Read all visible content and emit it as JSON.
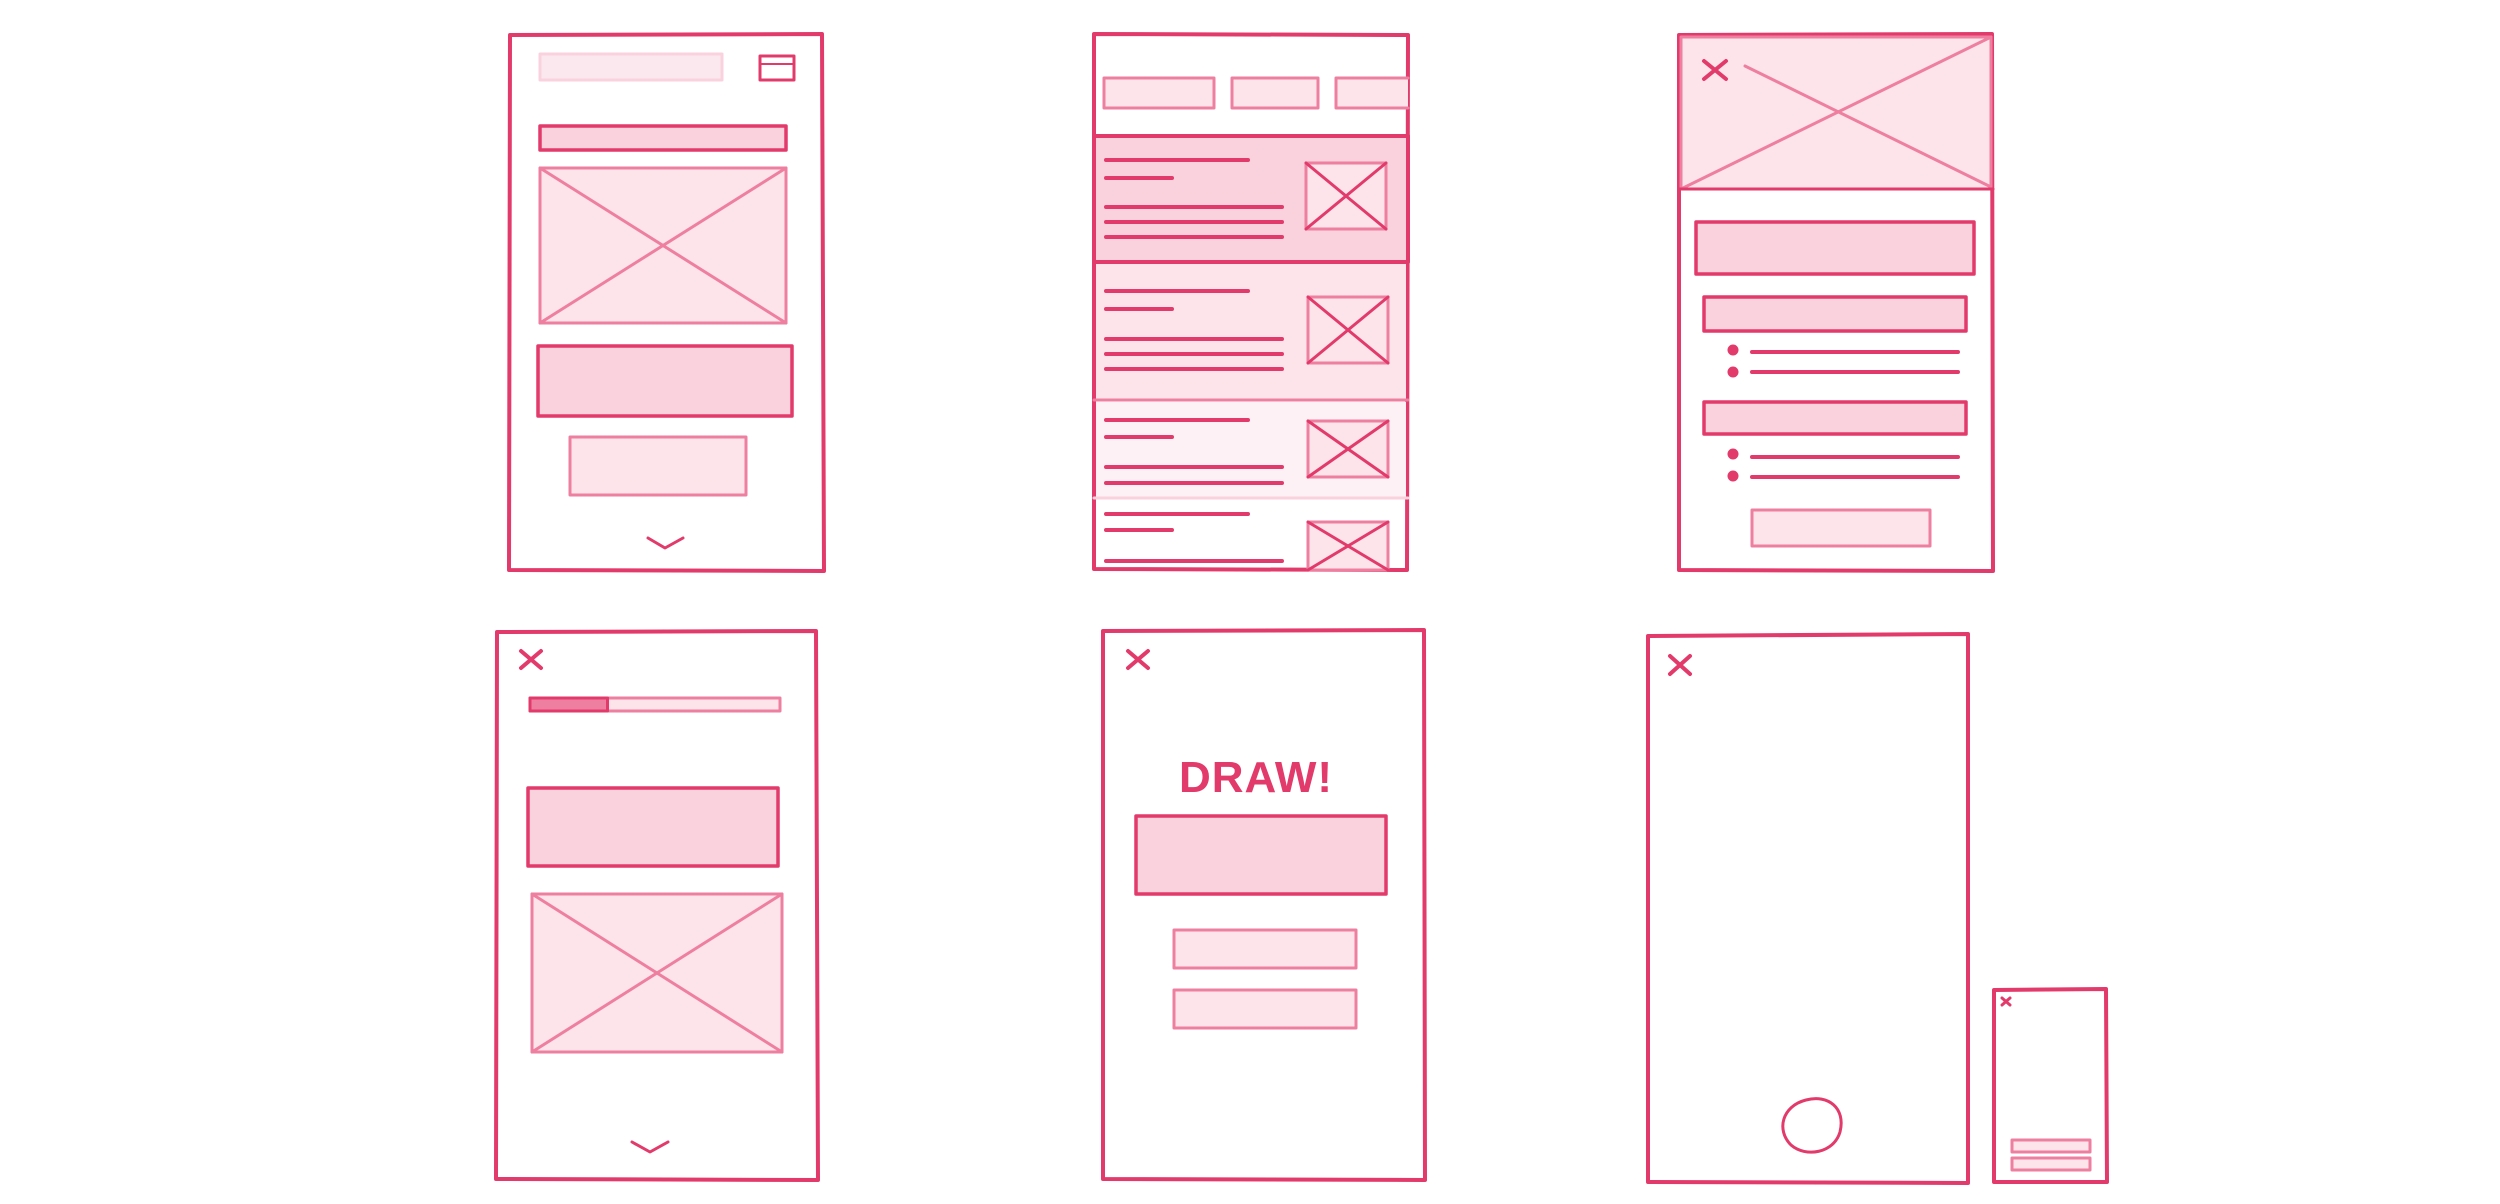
{
  "colors": {
    "stroke": "#e23a6a",
    "fill_light": "#fce4ea",
    "fill_medium": "#f9d2dd",
    "fill_soft": "#fbe8ee",
    "stroke_light": "#ee7fa0",
    "background": "#ffffff"
  },
  "screens": [
    {
      "name": "screen-article-detail",
      "elements": [
        "search-bar",
        "menu-icon",
        "title-bar",
        "hero-image-placeholder",
        "content-block",
        "action-button",
        "chevron-down-icon"
      ]
    },
    {
      "name": "screen-feed-list",
      "elements": [
        "tab-1",
        "tab-2",
        "tab-3",
        "list-item-selected",
        "list-item",
        "list-item",
        "list-item"
      ]
    },
    {
      "name": "screen-detail-modal",
      "elements": [
        "close-icon",
        "header-image-placeholder",
        "title-block",
        "section-heading",
        "bullet-list",
        "section-heading",
        "bullet-list",
        "action-button"
      ]
    },
    {
      "name": "screen-quiz",
      "elements": [
        "close-icon",
        "progress-bar",
        "question-block",
        "image-placeholder",
        "chevron-down-icon"
      ]
    },
    {
      "name": "screen-draw-prompt",
      "elements": [
        "close-icon",
        "draw-title",
        "prompt-block",
        "option-button",
        "option-button"
      ]
    },
    {
      "name": "screen-draw-canvas",
      "elements": [
        "close-icon",
        "drawing-area",
        "record-button"
      ]
    },
    {
      "name": "screen-mini-preview",
      "elements": [
        "close-icon",
        "small-button",
        "small-button"
      ]
    }
  ],
  "draw_screen": {
    "title": "DRAW!"
  },
  "quiz_screen": {
    "progress": 0.31
  }
}
